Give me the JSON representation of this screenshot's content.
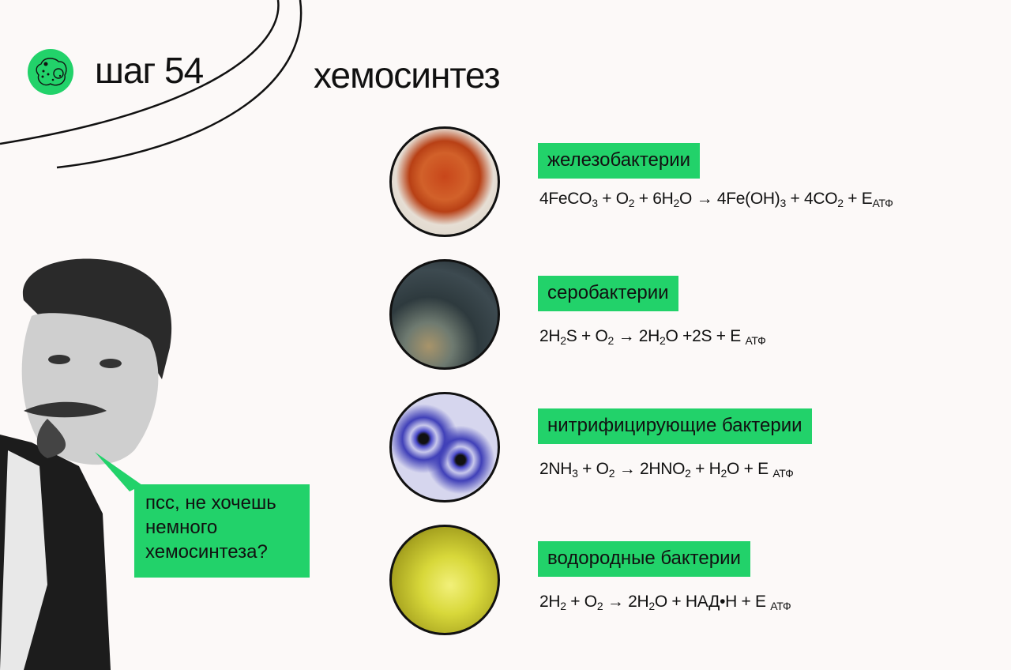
{
  "header": {
    "step_label": "шаг 54",
    "title": "хемосинтез",
    "logo_icon": "cell-icon"
  },
  "colors": {
    "accent": "#22d26a",
    "background": "#fcf9f8"
  },
  "bacteria": [
    {
      "label": "железобактерии",
      "image": "iron-bacteria-photo",
      "formula": [
        {
          "t": "4FeCO"
        },
        {
          "s": "3"
        },
        {
          "t": " + O"
        },
        {
          "s": "2"
        },
        {
          "t": " + 6H"
        },
        {
          "s": "2"
        },
        {
          "t": "O → 4Fe(OH)"
        },
        {
          "s": "3"
        },
        {
          "t": " + 4CO"
        },
        {
          "s": "2"
        },
        {
          "t": " + E"
        },
        {
          "s": "АТФ"
        }
      ]
    },
    {
      "label": "серобактерии",
      "image": "sulfur-bacteria-photo",
      "formula": [
        {
          "t": "2H"
        },
        {
          "s": "2"
        },
        {
          "t": "S + O"
        },
        {
          "s": "2"
        },
        {
          "t": " → 2H"
        },
        {
          "s": "2"
        },
        {
          "t": "O +2S + E "
        },
        {
          "s": "АТФ"
        }
      ]
    },
    {
      "label": "нитрифицирующие бактерии",
      "image": "nitrifying-bacteria-photo",
      "formula": [
        {
          "t": "2NH"
        },
        {
          "s": "3"
        },
        {
          "t": " + O"
        },
        {
          "s": "2"
        },
        {
          "t": " → 2HNO"
        },
        {
          "s": "2"
        },
        {
          "t": " + H"
        },
        {
          "s": "2"
        },
        {
          "t": "O + E "
        },
        {
          "s": "АТФ"
        }
      ]
    },
    {
      "label": "водородные бактерии",
      "image": "hydrogen-bacteria-photo",
      "formula": [
        {
          "t": "2H"
        },
        {
          "s": "2"
        },
        {
          "t": " + O"
        },
        {
          "s": "2"
        },
        {
          "t": " → 2H"
        },
        {
          "s": "2"
        },
        {
          "t": "O + НАД•Н + E "
        },
        {
          "s": "АТФ"
        }
      ]
    }
  ],
  "speech_bubble": {
    "text": "псс, не хочешь немного хемосинтеза?"
  }
}
